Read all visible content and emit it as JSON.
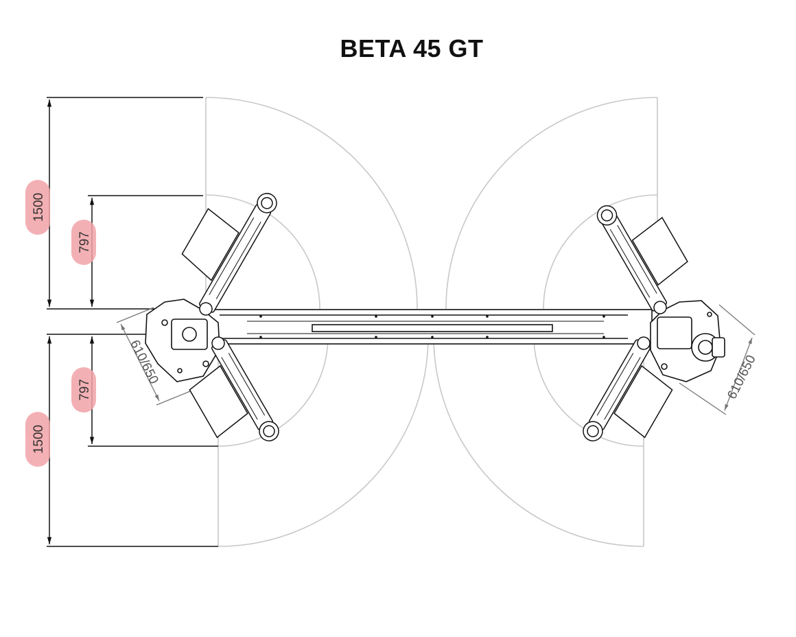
{
  "title": "BETA 45 GT",
  "dimensions": {
    "left_top_outer": "1500",
    "left_top_inner": "797",
    "left_bottom_inner": "797",
    "left_bottom_outer": "1500",
    "left_column_offset": "610/650",
    "right_column_offset": "610/650"
  },
  "colors": {
    "highlight": "#f2a3a8",
    "line": "#111111",
    "arc": "#c8c8c8",
    "offset_dim": "#777777"
  }
}
